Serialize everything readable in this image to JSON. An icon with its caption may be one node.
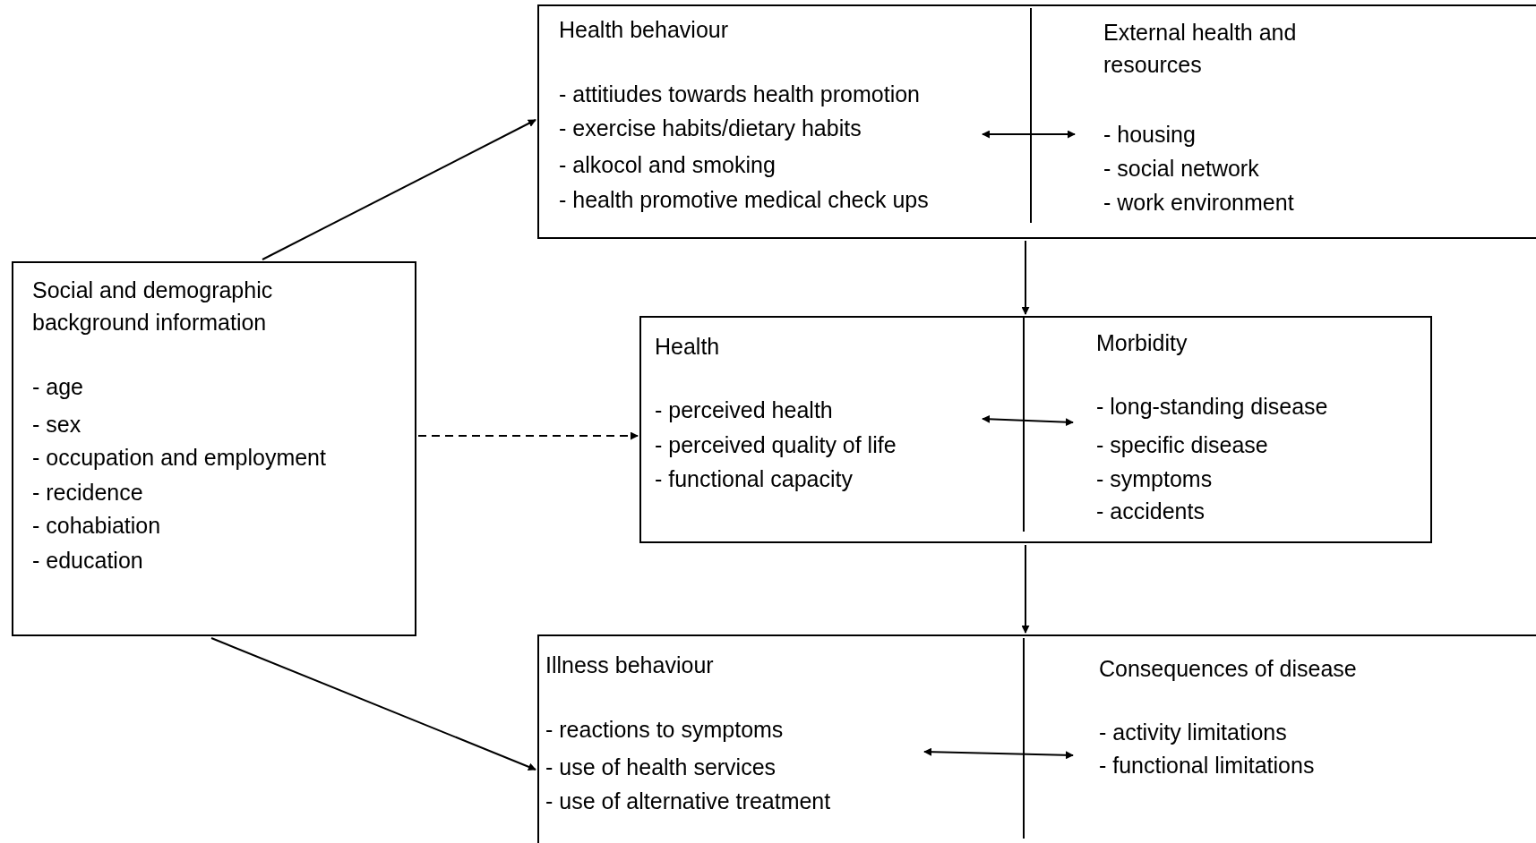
{
  "diagram": {
    "nodes": [
      {
        "text": [
          "Social and demographic background information",
          "- age",
          "- sex",
          "- occupation and employment",
          "- recidence",
          "- cohabiation",
          "- education"
        ]
      },
      {
        "text": [],
        "shape": "box"
      },
      {
        "text": [
          "Health behaviour",
          "- attitiudes towards health promotion",
          "- exercise habits/dietary habits",
          "- alkocol and smoking",
          "- health promotive medical check ups"
        ],
        "in": 1
      },
      {
        "text": [
          "External health and resources",
          "- housing",
          "- social network",
          "- work environment"
        ],
        "in": 1
      },
      {
        "text": [],
        "shape": "box"
      },
      {
        "text": [
          "Health",
          "- perceived health",
          "- perceived quality of life",
          "- functional capacity"
        ],
        "in": 4
      },
      {
        "text": [
          "Morbidity",
          "- long-standing disease",
          "- specific disease",
          "- symptoms",
          "- accidents"
        ],
        "in": 4
      },
      {
        "text": [],
        "shape": "box"
      },
      {
        "text": [
          "Illness behaviour",
          "- reactions to symptoms",
          "- use of health services",
          "- use of alternative treatment"
        ],
        "in": 7
      },
      {
        "text": [
          "Consequences of disease",
          "- activity limitations",
          "- functional limitations"
        ],
        "in": 7
      }
    ],
    "edges": [
      {
        "from": 0,
        "to": 1,
        "arrow": "to"
      },
      {
        "from": 0,
        "to": 4,
        "arrow": "to",
        "style": "dashed"
      },
      {
        "from": 0,
        "to": 7,
        "arrow": "to"
      },
      {
        "from": 2,
        "to": 3,
        "arrow": "both"
      },
      {
        "from": 1,
        "to": 4,
        "arrow": "to"
      },
      {
        "from": 5,
        "to": 6,
        "arrow": "both"
      },
      {
        "from": 4,
        "to": 7,
        "arrow": "to"
      },
      {
        "from": 8,
        "to": 9,
        "arrow": "both"
      }
    ]
  }
}
